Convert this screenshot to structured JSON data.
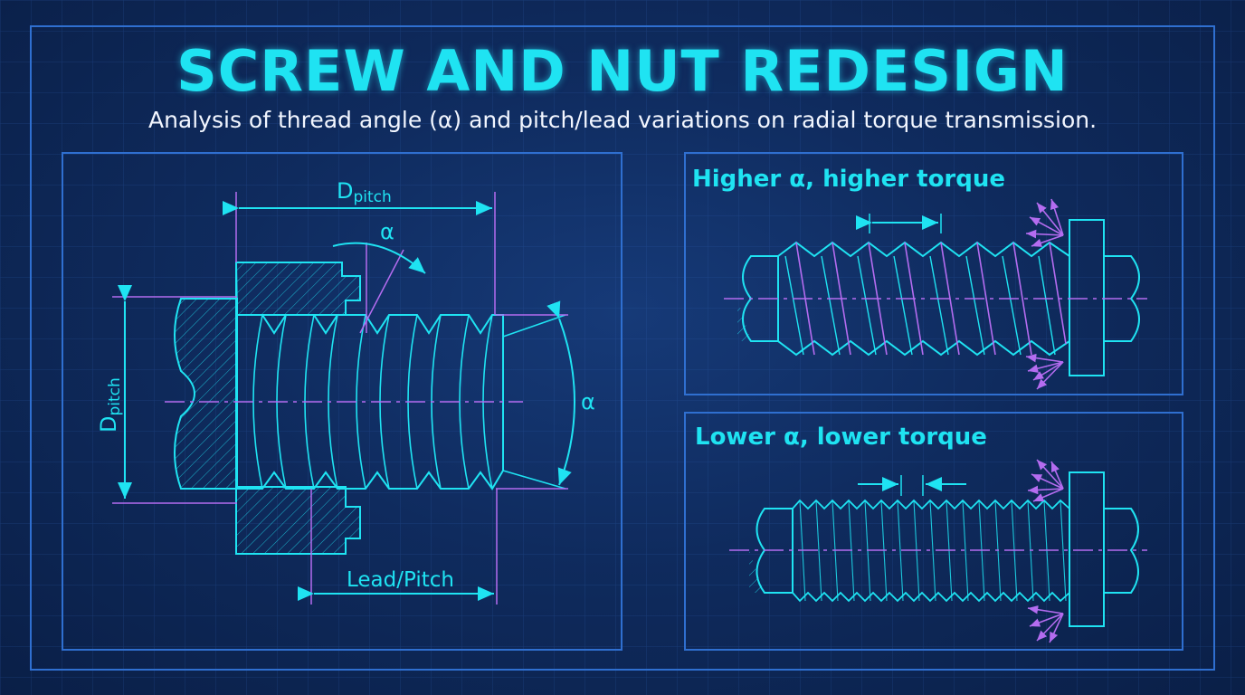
{
  "header": {
    "title": "SCREW AND NUT REDESIGN",
    "subtitle": "Analysis of thread angle (α) and pitch/lead variations on radial torque transmission."
  },
  "left_panel": {
    "d_pitch_top_main": "D",
    "d_pitch_top_sub": "pitch",
    "d_pitch_side_main": "D",
    "d_pitch_side_sub": "pitch",
    "alpha_top": "α",
    "alpha_right": "α",
    "lead_pitch": "Lead/Pitch"
  },
  "right_top_panel": {
    "caption": "Higher α, higher torque"
  },
  "right_bottom_panel": {
    "caption": "Lower α, lower torque"
  },
  "colors": {
    "background": "#0c2352",
    "cyan": "#1fe3f2",
    "purple": "#b46cf0",
    "white": "#f2f6ff"
  }
}
